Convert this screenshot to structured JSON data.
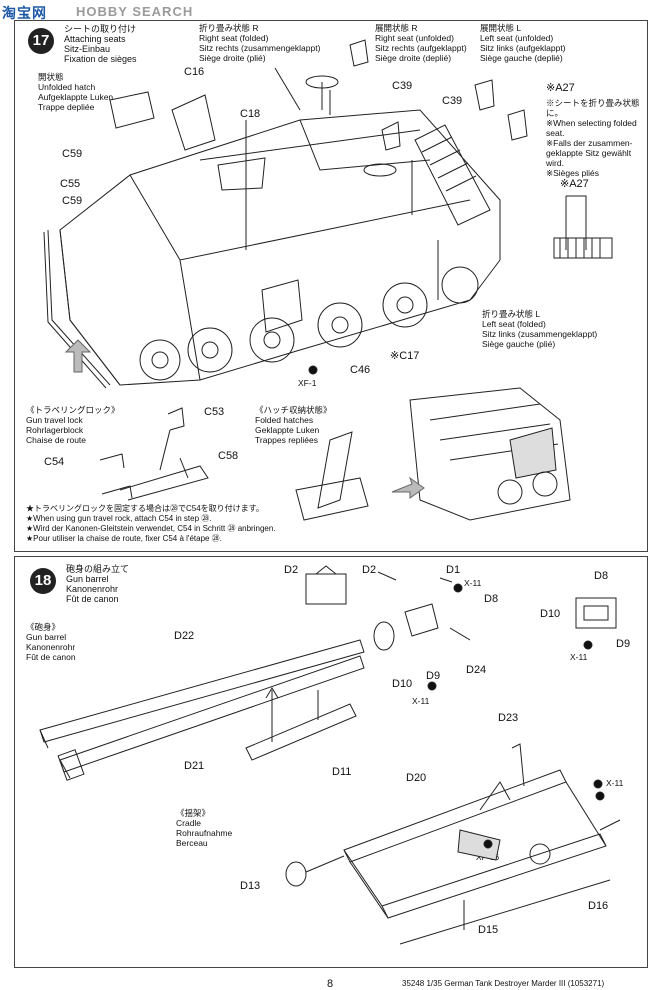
{
  "watermark": {
    "cn": "淘宝网",
    "en": "HOBBY SEARCH"
  },
  "step17": {
    "number": "17",
    "title": "シートの取り付け\nAttaching seats\nSitz-Einbau\nFixation de sièges",
    "unfolded_hatch": "開状態\nUnfolded hatch\nAufgeklappte Luken\nTrappe depliée",
    "right_seat_folded": "折り畳み状態 R\nRight seat (folded)\nSitz rechts (zusammengeklappt)\nSiège droite (plié)",
    "right_seat_unfolded": "展開状態 R\nRight seat (unfolded)\nSitz rechts (aufgeklappt)\nSiège droite (deplié)",
    "left_seat_unfolded": "展開状態 L\nLeft seat (unfolded)\nSitz links (aufgeklappt)\nSiège gauche (deplié)",
    "a27_note": "※シートを折り畳み状態\nに。\n※When selecting folded\nseat.\n※Falls der zusammen-\ngeklappte Sitz gewählt\nwird.\n※Sièges pliés",
    "left_seat_folded": "折り畳み状態 L\nLeft seat (folded)\nSitz links (zusammengeklappt)\nSiège gauche (plié)",
    "travel_lock": "《トラベリングロック》\nGun travel lock\nRohrlagerblock\nChaise de route",
    "folded_hatches": "《ハッチ収納状態》\nFolded hatches\nGeklappte Luken\nTrappes repliées",
    "travel_note": "★トラベリングロックを固定する場合は㉘でC54を取り付けます。\n★When using gun travel rock, attach C54 in step ㉘.\n★Wird der Kanonen-Gleitstein verwendet, C54 in Schritt ㉘ anbringen.\n★Pour utiliser la chaise de route, fixer C54 à l'étape ㉘.",
    "labels": {
      "c16": "C16",
      "c18": "C18",
      "c39a": "C39",
      "c39b": "C39",
      "a27": "※A27",
      "a27b": "※A27",
      "c59": "C59",
      "c55": "C55",
      "c59b": "C59",
      "c46": "C46",
      "c17": "※C17",
      "xf1": "XF-1",
      "c53": "C53",
      "c54": "C54",
      "c58": "C58"
    }
  },
  "step18": {
    "number": "18",
    "title": "砲身の組み立て\nGun barrel\nKanonenrohr\nFût de canon",
    "gun_barrel": "《砲身》\nGun barrel\nKanonenrohr\nFût de canon",
    "cradle": "《揺架》\nCradle\nRohraufnahme\nBerceau",
    "labels": {
      "d2a": "D2",
      "d2b": "D2",
      "d1": "D1",
      "x11a": "X-11",
      "d8a": "D8",
      "d8b": "D8",
      "d10a": "D10",
      "d9a": "D9",
      "x11b": "X-11",
      "d22": "D22",
      "d10b": "D10",
      "d9b": "D9",
      "x11c": "X-11",
      "d24": "D24",
      "d23": "D23",
      "d21": "D21",
      "d11": "D11",
      "d20": "D20",
      "x11d": "X-11",
      "xf56": "XF-56",
      "d13": "D13",
      "d16": "D16",
      "d15": "D15"
    }
  },
  "footer": {
    "page": "8",
    "kit": "35248  1/35 German Tank Destroyer Marder III (1053271)"
  }
}
